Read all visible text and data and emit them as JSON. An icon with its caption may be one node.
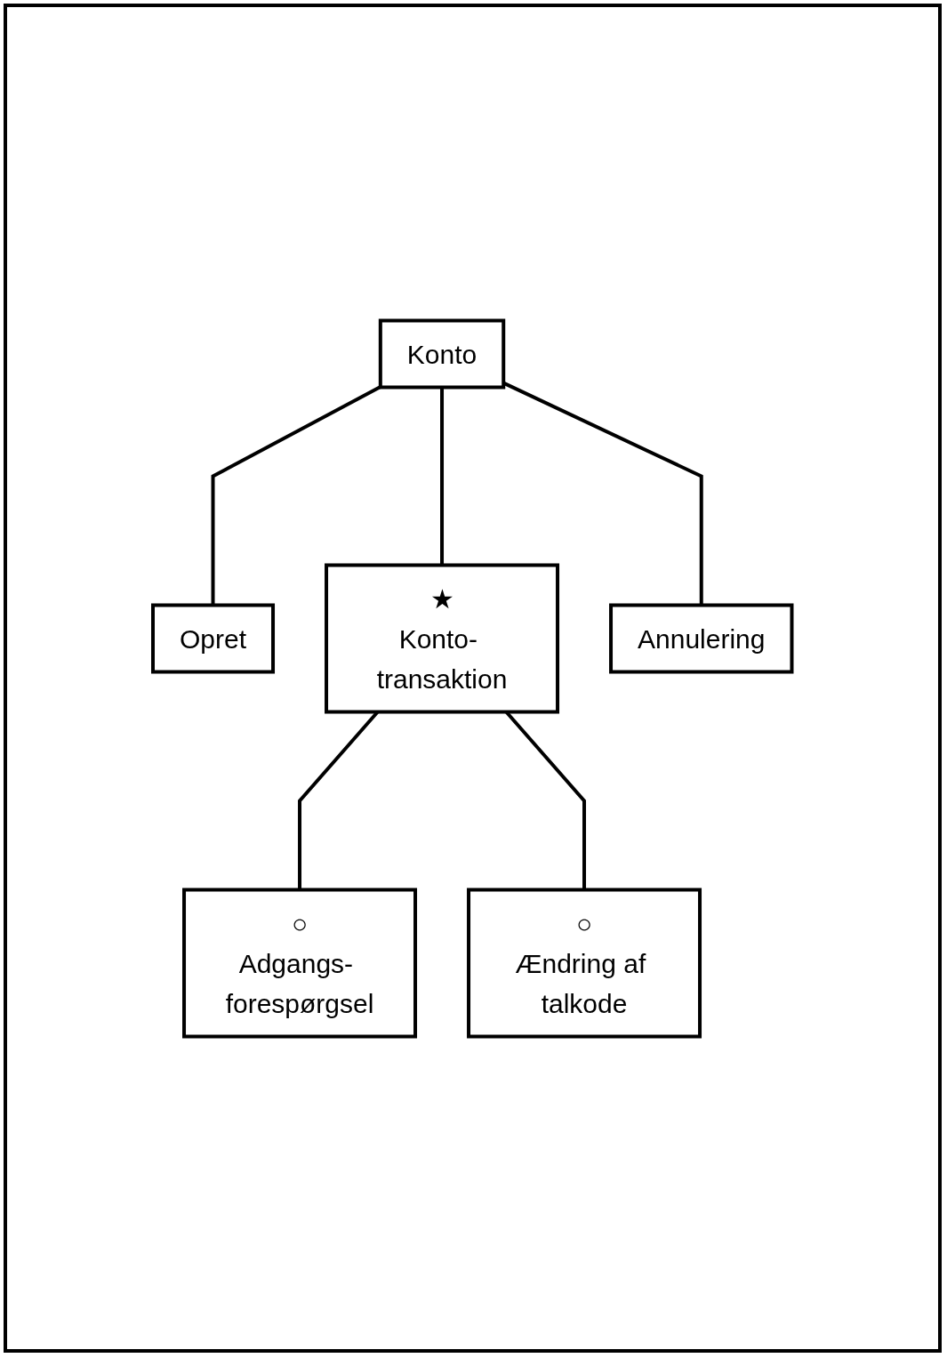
{
  "diagram": {
    "nodes": [
      {
        "text": [
          "Konto"
        ]
      },
      {
        "text": [
          "Opret"
        ]
      },
      {
        "text": [
          "★",
          "Konto- transaktion"
        ]
      },
      {
        "text": [
          "Annulering"
        ]
      },
      {
        "text": [
          "○",
          "Adgangs- forespørgsel"
        ]
      },
      {
        "text": [
          "○",
          "Ændring af talkode"
        ]
      }
    ],
    "edges": [
      {
        "from": 0,
        "to": 1,
        "arrow": "none"
      },
      {
        "from": 0,
        "to": 2,
        "arrow": "none"
      },
      {
        "from": 0,
        "to": 3,
        "arrow": "none"
      },
      {
        "from": 2,
        "to": 4,
        "arrow": "none"
      },
      {
        "from": 2,
        "to": 5,
        "arrow": "none"
      }
    ]
  }
}
